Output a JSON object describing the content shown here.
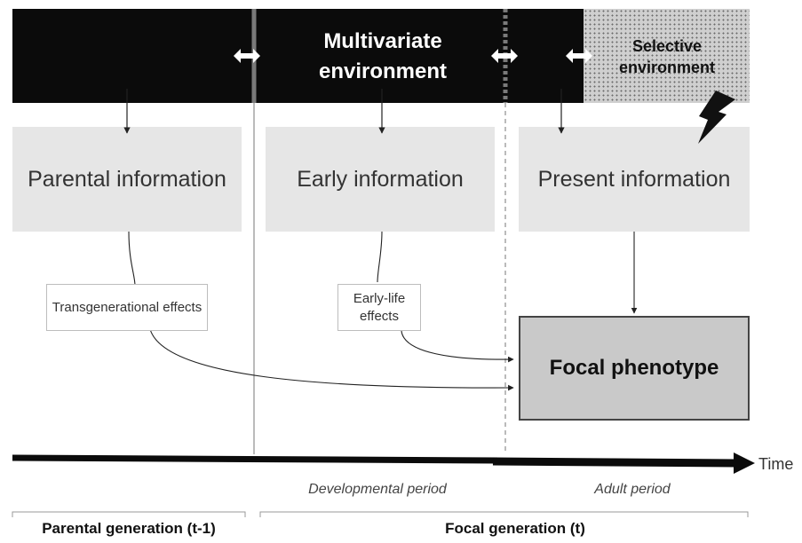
{
  "environment": {
    "multivariate_title": "Multivariate environment",
    "selective_title": "Selective environment"
  },
  "info_boxes": {
    "parental": "Parental information",
    "early": "Early information",
    "present": "Present information"
  },
  "effects": {
    "transgenerational": "Transgenerational effects",
    "early_life": "Early-life effects"
  },
  "focal_phenotype": "Focal phenotype",
  "timeline": {
    "time_label": "Time",
    "developmental_period": "Developmental period",
    "adult_period": "Adult period"
  },
  "generations": {
    "parental": "Parental generation (t-1)",
    "focal": "Focal generation (t)"
  },
  "icons": [
    "double-arrow-icon",
    "lightning-icon"
  ],
  "colors": {
    "environment": "#0b0b0b",
    "info_box": "#e6e6e6",
    "focal_box": "#c9c9c9"
  }
}
